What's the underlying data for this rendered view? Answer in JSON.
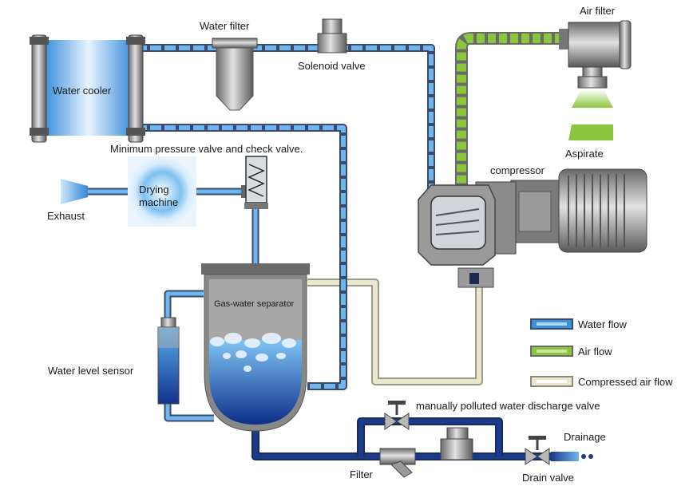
{
  "labels": {
    "water_cooler": "Water cooler",
    "water_filter": "Water filter",
    "solenoid_valve": "Solenoid valve",
    "air_filter": "Air filter",
    "aspirate": "Aspirate",
    "compressor": "compressor",
    "min_pressure_valve": "Minimum pressure valve and check valve.",
    "drying_machine_line1": "Drying",
    "drying_machine_line2": "machine",
    "exhaust": "Exhaust",
    "gas_water_separator": "Gas-water separator",
    "water_level_sensor": "Water level sensor",
    "manual_discharge_valve": "manually polluted water discharge valve",
    "drainage": "Drainage",
    "filter": "Filter",
    "drain_valve": "Drain valve"
  },
  "legend": [
    {
      "label": "Water flow",
      "color": "#3d8fd6"
    },
    {
      "label": "Air flow",
      "color": "#8cc63e"
    },
    {
      "label": "Compressed air flow",
      "color": "#ebe6cc"
    }
  ],
  "colors": {
    "water": "#3d8fd6",
    "water_dark": "#1a3a8a",
    "air": "#8cc63e",
    "compressed_air": "#ebe6cc",
    "metal": "#8e8e8e"
  }
}
